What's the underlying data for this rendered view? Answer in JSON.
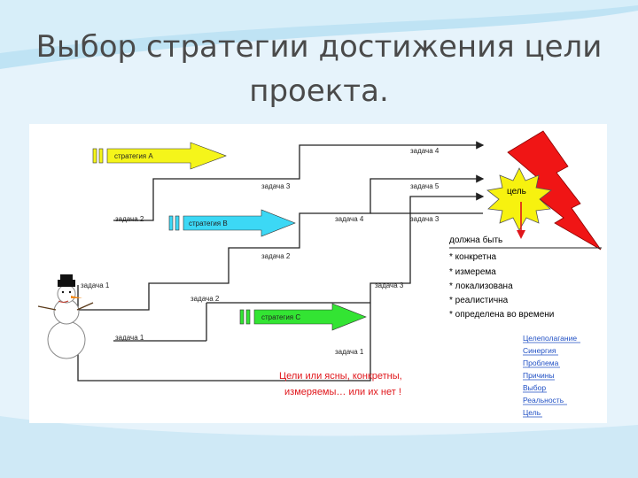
{
  "slide": {
    "title_line1": "Выбор стратегии достижения цели",
    "title_line2": "проекта."
  },
  "diagram": {
    "strategies": {
      "a": "стратегия А",
      "b": "стратегия В",
      "c": "стратегия С"
    },
    "strategy_colors": {
      "a": "#f5f51a",
      "b": "#3cd8f5",
      "c": "#33e433"
    },
    "tasks": {
      "a_1": "задача 2",
      "a_2": "задача 3",
      "a_3": "задача 4",
      "b_1": "задача 1",
      "b_2": "задача 2",
      "b_3": "задача 3",
      "b_4": "задача 4",
      "b_5": "задача 5",
      "c_1": "задача 1",
      "c_2": "задача 1",
      "c_3": "задача 2",
      "c_4": "задача 3"
    },
    "goal_label": "цель",
    "requirements": {
      "heading": "должна быть",
      "items": [
        "* конкретна",
        "* измерема",
        "* локализована",
        "* реалистична",
        "* определена во времени"
      ]
    },
    "note_line1": "Цели или ясны, конкретны,",
    "note_line2": "измеряемы… или их нет !",
    "links": [
      "Целеполагание",
      "Синергия",
      "Проблема",
      "Причины",
      "Выбор",
      "Реальность",
      "Цель"
    ]
  }
}
